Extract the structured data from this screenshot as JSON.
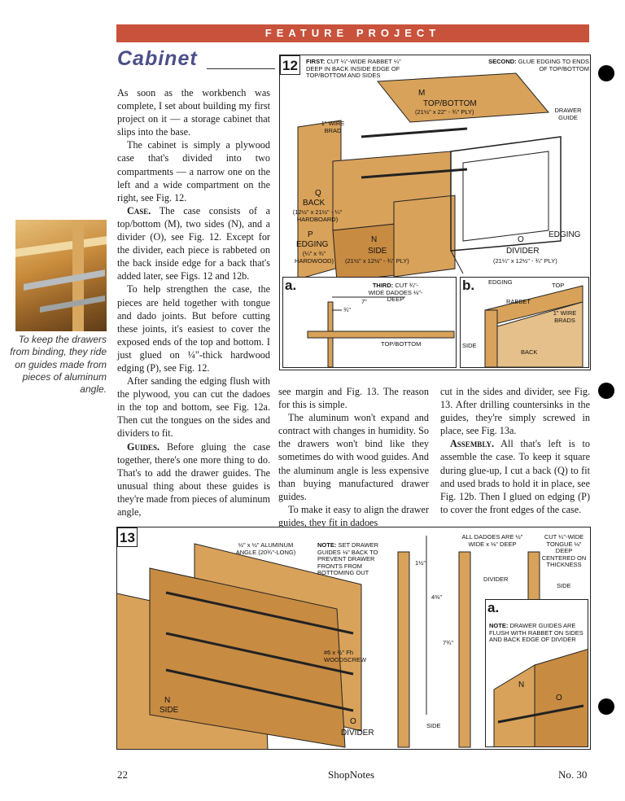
{
  "header": {
    "banner": "FEATURE PROJECT",
    "title": "Cabinet"
  },
  "col1": {
    "p1": "As soon as the workbench was complete, I set about building my first project on it — a storage cabinet that slips into the base.",
    "p2": "The cabinet is simply a plywood case that's divided into two compartments — a narrow one on the left and a wide compartment on the right, see Fig. 12.",
    "p3_head": "Case.",
    "p3": " The case consists of a top/bottom (M), two sides (N), and a divider (O), see Fig. 12. Except for the divider, each piece is rabbeted on the back inside edge for a back that's added later, see Figs. 12 and 12b.",
    "p4": "To help strengthen the case, the pieces are held together with tongue and dado joints. But before cutting these joints, it's easiest to cover the exposed ends of the top and bottom. I just glued on ¼\"-thick hardwood edging (P), see Fig. 12.",
    "p5": "After sanding the edging flush with the plywood, you can cut the dadoes in the top and bottom, see Fig. 12a. Then cut the tongues on the sides and dividers to fit.",
    "p6_head": "Guides.",
    "p6": " Before gluing the case together, there's one more thing to do. That's to add the drawer guides. The unusual thing about these guides is they're made from pieces of aluminum angle,"
  },
  "col2": {
    "p1": "see margin and Fig. 13. The reason for this is simple.",
    "p2": "The aluminum won't expand and contract with changes in humidity. So the drawers won't bind like they sometimes do with wood guides. And the aluminum angle is less expensive than buying manufactured drawer guides.",
    "p3": "To make it easy to align the drawer guides, they fit in dadoes"
  },
  "col3": {
    "p1": "cut in the sides and divider, see Fig. 13. After drilling countersinks in the guides, they're simply screwed in place, see Fig. 13a.",
    "p2_head": "Assembly.",
    "p2": " All that's left is to assemble the case. To keep it square during glue-up, I cut a back (Q) to fit and used brads to hold it in place, see Fig. 12b. Then I glued on edging (P) to cover the front edges of the case."
  },
  "margin": {
    "caption": "To keep the drawers from binding, they ride on guides made from pieces of aluminum angle."
  },
  "fig12": {
    "num": "12",
    "first": "FIRST:",
    "first_text": "CUT ¼\"-WIDE RABBET ¼\" DEEP IN BACK INSIDE EDGE OF TOP/BOTTOM AND SIDES",
    "second": "SECOND:",
    "second_text": "GLUE EDGING TO ENDS OF TOP/BOTTOM",
    "m_letter": "M",
    "topbottom": "TOP/BOTTOM",
    "topbottom_dim": "(21½\" x 22\" - ¾\" PLY)",
    "drawer_guide": "DRAWER GUIDE",
    "wire_brad": "1\" WIRE BRAD",
    "q_letter": "Q",
    "back": "BACK",
    "back_dim": "(12½\" x 21½\" - ¼\" HARDBOARD)",
    "p_letter": "P",
    "edging": "EDGING",
    "edging_dim": "(¼\" x ¾\" HARDWOOD)",
    "n_letter": "N",
    "side": "SIDE",
    "side_dim": "(21½\" x 12½\" - ¾\" PLY)",
    "o_letter": "O",
    "divider": "DIVIDER",
    "divider_dim": "(21¼\" x 12½\" - ¾\" PLY)",
    "edging_right": "EDGING",
    "a_label": "a.",
    "third": "THIRD:",
    "third_text": "CUT ¾\"-WIDE DADOES ⅛\"-DEEP",
    "dim7": "7\"",
    "dim34": "¾\"",
    "a_topbottom": "TOP/BOTTOM",
    "b_label": "b.",
    "b_edging": "EDGING",
    "b_top": "TOP",
    "b_rabbet": "RABBET",
    "b_brads": "1\" WIRE BRADS",
    "b_back": "BACK",
    "b_side": "SIDE"
  },
  "fig13": {
    "num": "13",
    "alum": "½\" x ½\" ALUMINUM ANGLE (20¾\"-LONG)",
    "note": "NOTE:",
    "note_text": "SET DRAWER GUIDES ⅛\" BACK TO PREVENT DRAWER FRONTS FROM BOTTOMING OUT",
    "dim112": "1½\"",
    "dim438": "4⅜\"",
    "dim734": "7¾\"",
    "dadoes": "ALL DADOES ARE ½\" WIDE x ⅛\" DEEP",
    "tongue": "CUT ¼\"-WIDE TONGUE ⅛\" DEEP CENTERED ON THICKNESS",
    "divider_lbl": "DIVIDER",
    "side_lbl": "SIDE",
    "screw": "#6 x ½\" Fh WOODSCREW",
    "n_letter": "N",
    "side_big": "SIDE",
    "o_letter": "O",
    "divider_big": "DIVIDER",
    "side_bottom": "SIDE",
    "a_label": "a.",
    "a_note": "NOTE:",
    "a_note_text": "DRAWER GUIDES ARE FLUSH WITH RABBET ON SIDES AND BACK EDGE OF DIVIDER",
    "a_n": "N",
    "a_o": "O"
  },
  "footer": {
    "page": "22",
    "mag": "ShopNotes",
    "issue": "No. 30"
  },
  "colors": {
    "banner": "#c8523b",
    "title": "#4b4f8a",
    "wood": "#d9a25a"
  }
}
